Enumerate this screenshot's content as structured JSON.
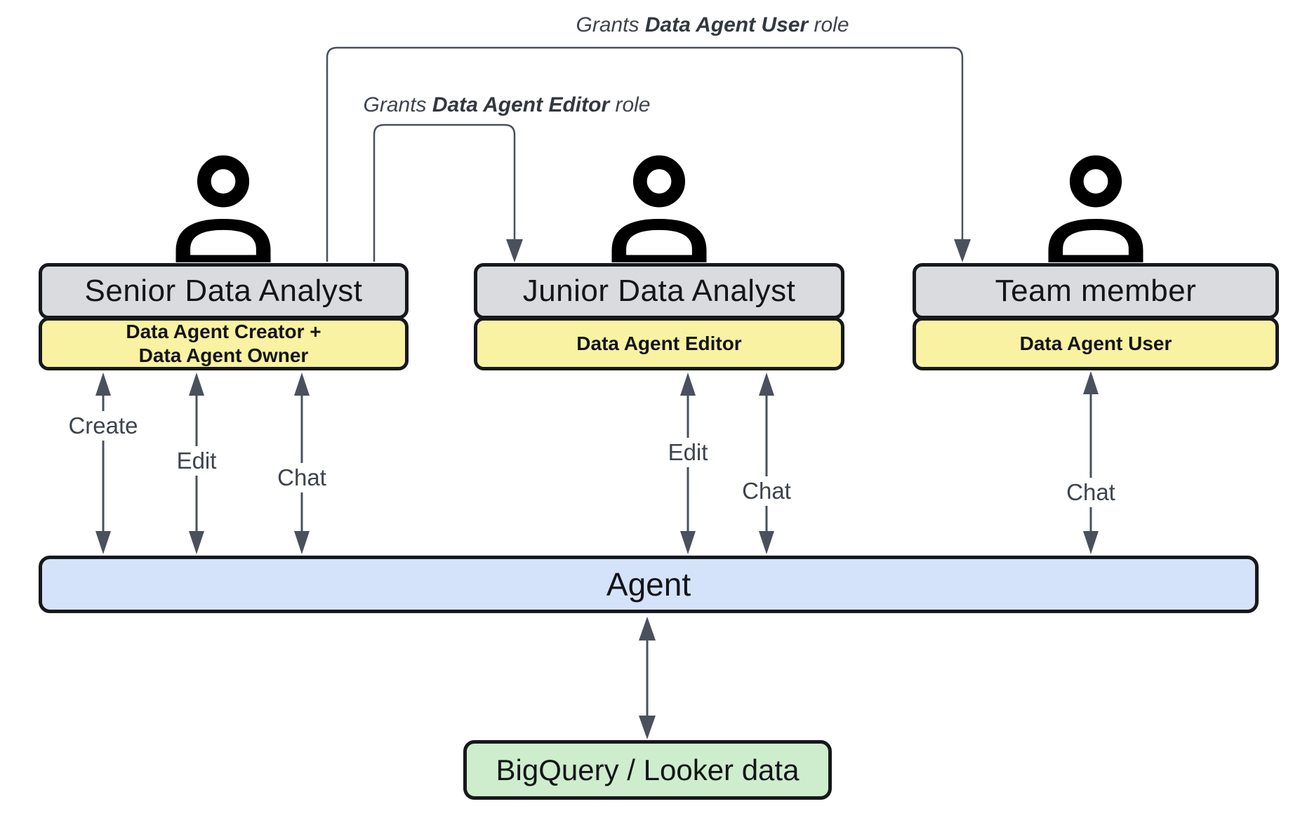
{
  "colors": {
    "gray_fill": "#d9dbde",
    "yellow_fill": "#f9f2a2",
    "blue_fill": "#d5e3fa",
    "green_fill": "#ceedcd",
    "border": "#17181c",
    "line": "#4a515c",
    "label_text": "#3e444d",
    "title_text": "#141518"
  },
  "grants": {
    "user": {
      "prefix": "Grants ",
      "bold": "Data Agent User",
      "suffix": " role"
    },
    "editor": {
      "prefix": "Grants ",
      "bold": "Data Agent Editor",
      "suffix": " role"
    }
  },
  "actors": [
    {
      "title": "Senior Data Analyst",
      "role": "Data Agent Creator +\nData Agent Owner",
      "actions": [
        "Create",
        "Edit",
        "Chat"
      ]
    },
    {
      "title": "Junior Data Analyst",
      "role": "Data Agent Editor",
      "actions": [
        "Edit",
        "Chat"
      ]
    },
    {
      "title": "Team member",
      "role": "Data Agent User",
      "actions": [
        "Chat"
      ]
    }
  ],
  "agent": {
    "label": "Agent"
  },
  "datastore": {
    "label": "BigQuery / Looker data"
  }
}
